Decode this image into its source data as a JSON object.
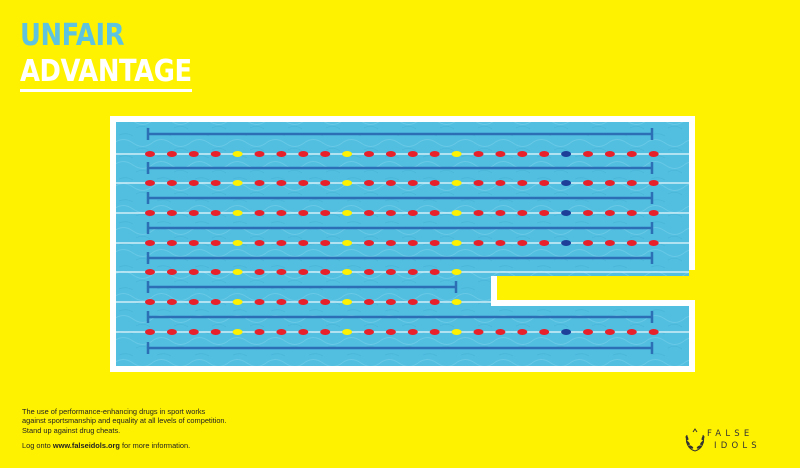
{
  "headline": {
    "line1": "UNFAIR",
    "line2": "ADVANTAGE"
  },
  "footer": {
    "message": "The use of performance-enhancing drugs in sport works against sportsmanship and equality at all levels of competition. Stand up against drug cheats.",
    "cta_prefix": "Log onto ",
    "cta_link": "www.falseidols.org",
    "cta_suffix": " for more information."
  },
  "logo": {
    "word1": "FALSE",
    "word2": "IDOLS"
  },
  "colors": {
    "background": "#FFF200",
    "water": "#52BFE0",
    "lane_line": "#2C6FB5",
    "rope_red": "#E8202A",
    "rope_yellow": "#FFF200",
    "rope_blue": "#1D3F9A",
    "deck": "#FFFFFF"
  }
}
